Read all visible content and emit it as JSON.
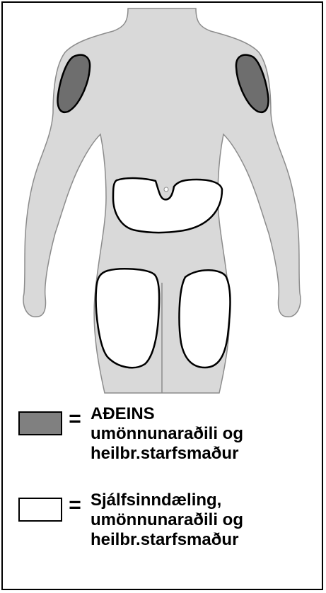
{
  "colors": {
    "body_fill": "#d9d9d9",
    "body_outline": "#8c8c8c",
    "caregiver_zone": "#6e6e6e",
    "self_zone": "#ffffff",
    "outline": "#000000"
  },
  "legend": [
    {
      "swatch_color": "#808080",
      "symbol": "=",
      "lines": [
        "AÐEINS",
        "umönnunaraðili og",
        "heilbr.starfsmaður"
      ]
    },
    {
      "swatch_color": "#ffffff",
      "symbol": "=",
      "lines": [
        "Sjálfsinndæling,",
        "umönnunaraðili og",
        "heilbr.starfsmaður"
      ]
    }
  ]
}
